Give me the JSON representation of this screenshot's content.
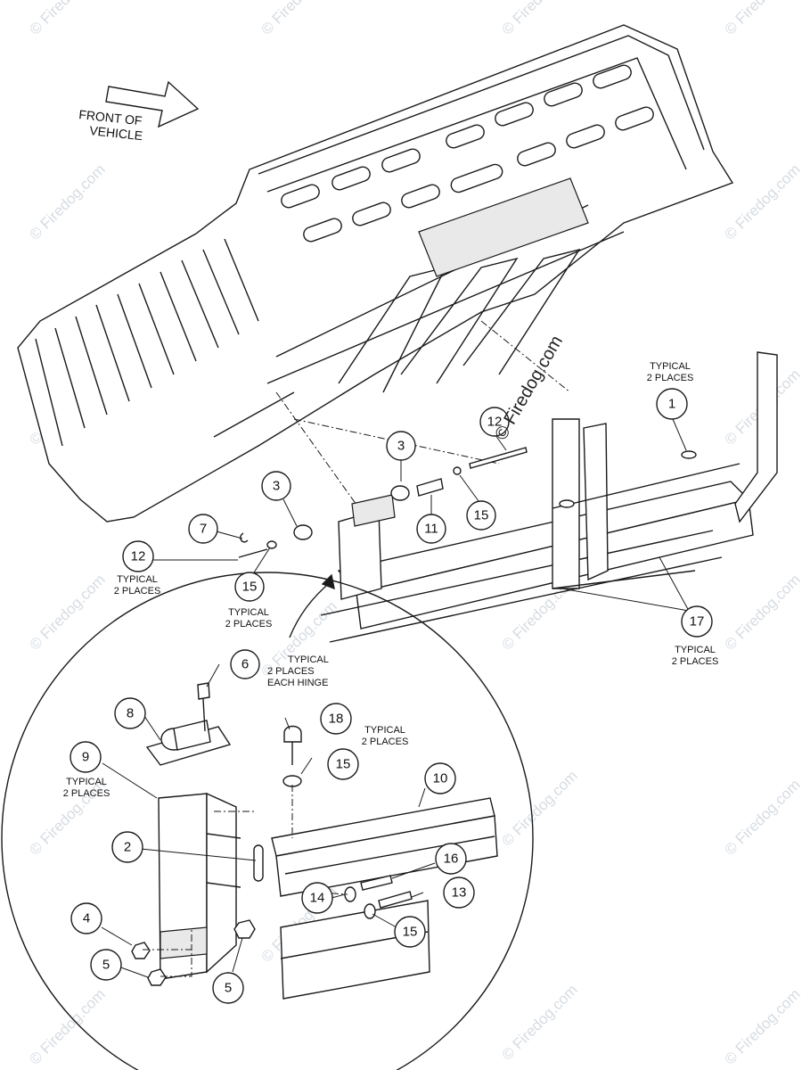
{
  "direction_label": [
    "FRONT OF",
    "VEHICLE"
  ],
  "watermark": "© Firedog.com",
  "notes": {
    "typical_2_places": [
      "TYPICAL",
      "2 PLACES"
    ],
    "typical_2_places_each_hinge": [
      "TYPICAL",
      "2 PLACES",
      "EACH HINGE"
    ]
  },
  "callouts": {
    "c1": "1",
    "c2": "2",
    "c3a": "3",
    "c3b": "3",
    "c4": "4",
    "c5a": "5",
    "c5b": "5",
    "c6": "6",
    "c7": "7",
    "c8": "8",
    "c9": "9",
    "c10": "10",
    "c11": "11",
    "c12a": "12",
    "c12b": "12",
    "c13": "13",
    "c14": "14",
    "c15a": "15",
    "c15b": "15",
    "c15c": "15",
    "c15d": "15",
    "c16": "16",
    "c17": "17",
    "c18": "18"
  },
  "colors": {
    "line": "#1a1a1a",
    "watermark": "#cfd6de",
    "background": "#ffffff"
  }
}
